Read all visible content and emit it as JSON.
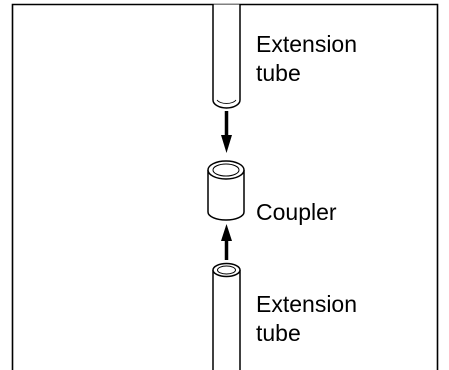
{
  "labels": {
    "top_tube": [
      "Extension",
      "tube"
    ],
    "coupler": "Coupler",
    "bottom_tube": [
      "Extension",
      "tube"
    ]
  },
  "icons": {
    "top_tube": "extension-tube-icon",
    "coupler": "coupler-icon",
    "bottom_tube": "extension-tube-icon",
    "arrow_down": "arrow-down-icon",
    "arrow_up": "arrow-up-icon"
  },
  "colors": {
    "stroke": "#000000",
    "fill": "#ffffff"
  }
}
